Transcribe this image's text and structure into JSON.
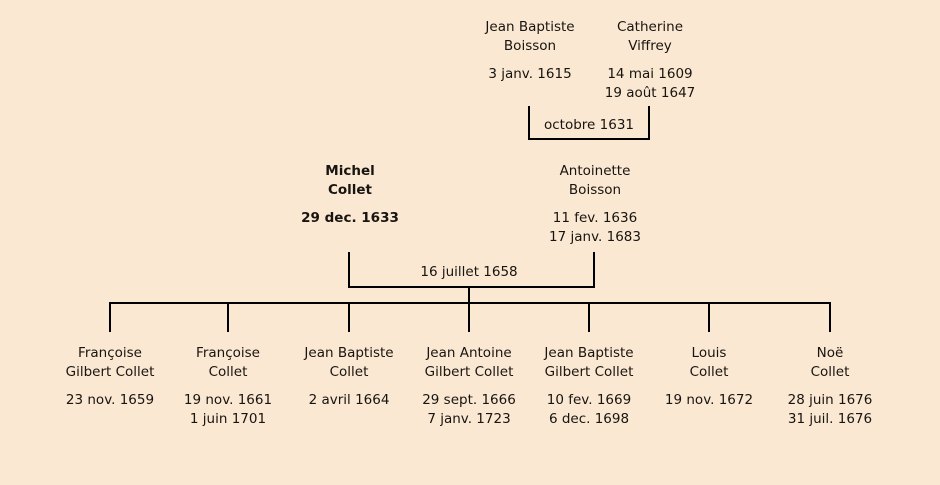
{
  "colors": {
    "background": "#fae8d2",
    "line": "#000000",
    "text": "#181410"
  },
  "ancestors": {
    "grandfather": {
      "name1": "Jean Baptiste",
      "name2": "Boisson",
      "date1": "3 janv. 1615",
      "date2": ""
    },
    "grandmother": {
      "name1": "Catherine",
      "name2": "Viffrey",
      "date1": "14 mai 1609",
      "date2": "19 août 1647"
    },
    "marriage_date": "octobre 1631"
  },
  "parents": {
    "father": {
      "name1": "Michel",
      "name2": "Collet",
      "date1": "29 dec. 1633",
      "date2": ""
    },
    "mother": {
      "name1": "Antoinette",
      "name2": "Boisson",
      "date1": "11 fev. 1636",
      "date2": "17 janv. 1683"
    },
    "marriage_date": "16 juillet 1658"
  },
  "children": [
    {
      "name1": "Françoise",
      "name2": "Gilbert Collet",
      "date1": "23 nov. 1659",
      "date2": ""
    },
    {
      "name1": "Françoise",
      "name2": "Collet",
      "date1": "19 nov. 1661",
      "date2": "1 juin 1701"
    },
    {
      "name1": "Jean Baptiste",
      "name2": "Collet",
      "date1": "2 avril 1664",
      "date2": ""
    },
    {
      "name1": "Jean Antoine",
      "name2": "Gilbert Collet",
      "date1": "29 sept. 1666",
      "date2": "7 janv. 1723"
    },
    {
      "name1": "Jean Baptiste",
      "name2": "Gilbert Collet",
      "date1": "10 fev. 1669",
      "date2": "6 dec. 1698"
    },
    {
      "name1": "Louis",
      "name2": "Collet",
      "date1": "19 nov. 1672",
      "date2": ""
    },
    {
      "name1": "Noë",
      "name2": "Collet",
      "date1": "28 juin 1676",
      "date2": "31 juil. 1676"
    }
  ]
}
